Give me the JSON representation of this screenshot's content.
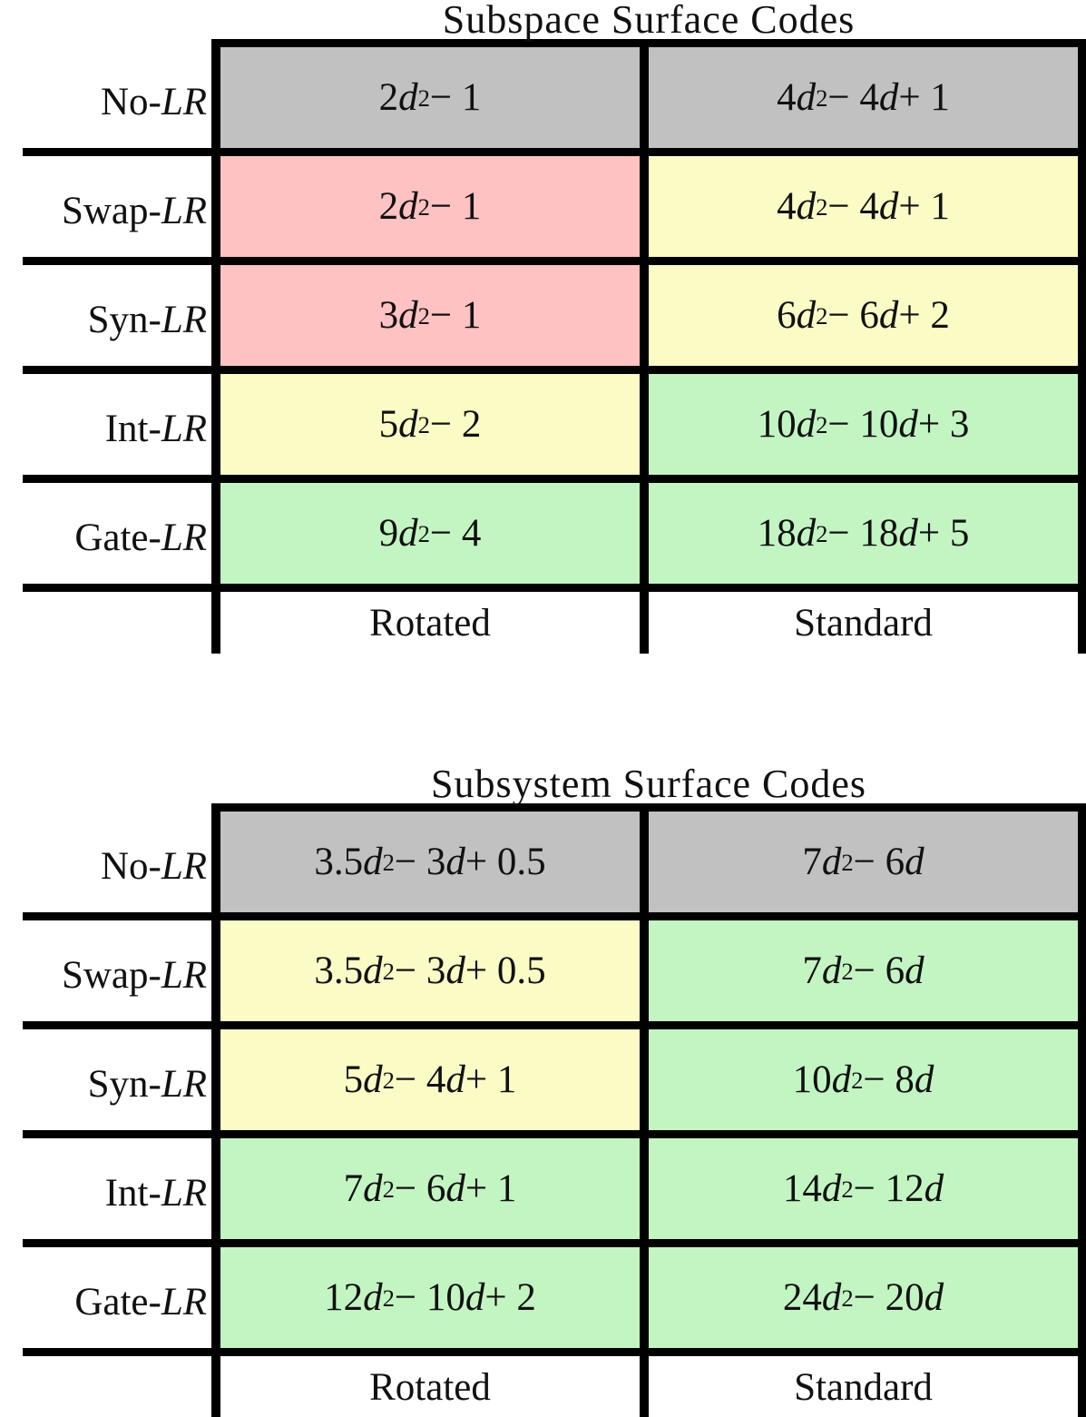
{
  "figure": {
    "description_colors": {
      "gray": "#c1c1c1",
      "pink": "#ffc2c2",
      "yellow": "#fbfbc6",
      "green": "#c3f5c3",
      "border": "#000000",
      "background": "#ffffff"
    }
  },
  "tables": [
    {
      "title": "Subspace Surface Codes",
      "column_footer": [
        "Rotated",
        "Standard"
      ],
      "rows": [
        {
          "label_prefix": "No-",
          "label_italic": "LR",
          "cells": [
            {
              "formula": "2d^2 - 1",
              "color": "gray"
            },
            {
              "formula": "4d^2 - 4d + 1",
              "color": "gray"
            }
          ]
        },
        {
          "label_prefix": "Swap-",
          "label_italic": "LR",
          "cells": [
            {
              "formula": "2d^2 - 1",
              "color": "pink"
            },
            {
              "formula": "4d^2 - 4d + 1",
              "color": "yellow"
            }
          ]
        },
        {
          "label_prefix": "Syn-",
          "label_italic": "LR",
          "cells": [
            {
              "formula": "3d^2 - 1",
              "color": "pink"
            },
            {
              "formula": "6d^2 - 6d + 2",
              "color": "yellow"
            }
          ]
        },
        {
          "label_prefix": "Int-",
          "label_italic": "LR",
          "cells": [
            {
              "formula": "5d^2 - 2",
              "color": "yellow"
            },
            {
              "formula": "10d^2 - 10d + 3",
              "color": "green"
            }
          ]
        },
        {
          "label_prefix": "Gate-",
          "label_italic": "LR",
          "cells": [
            {
              "formula": "9d^2 - 4",
              "color": "green"
            },
            {
              "formula": "18d^2 - 18d + 5",
              "color": "green"
            }
          ]
        }
      ]
    },
    {
      "title": "Subsystem Surface Codes",
      "column_footer": [
        "Rotated",
        "Standard"
      ],
      "rows": [
        {
          "label_prefix": "No-",
          "label_italic": "LR",
          "cells": [
            {
              "formula": "3.5d^2 - 3d + 0.5",
              "color": "gray"
            },
            {
              "formula": "7d^2 - 6d",
              "color": "gray"
            }
          ]
        },
        {
          "label_prefix": "Swap-",
          "label_italic": "LR",
          "cells": [
            {
              "formula": "3.5d^2 - 3d + 0.5",
              "color": "yellow"
            },
            {
              "formula": "7d^2 - 6d",
              "color": "green"
            }
          ]
        },
        {
          "label_prefix": "Syn-",
          "label_italic": "LR",
          "cells": [
            {
              "formula": "5d^2 - 4d + 1",
              "color": "yellow"
            },
            {
              "formula": "10d^2 - 8d",
              "color": "green"
            }
          ]
        },
        {
          "label_prefix": "Int-",
          "label_italic": "LR",
          "cells": [
            {
              "formula": "7d^2 - 6d + 1",
              "color": "green"
            },
            {
              "formula": "14d^2 - 12d",
              "color": "green"
            }
          ]
        },
        {
          "label_prefix": "Gate-",
          "label_italic": "LR",
          "cells": [
            {
              "formula": "12d^2 - 10d + 2",
              "color": "green"
            },
            {
              "formula": "24d^2 - 20d",
              "color": "green"
            }
          ]
        }
      ]
    }
  ]
}
